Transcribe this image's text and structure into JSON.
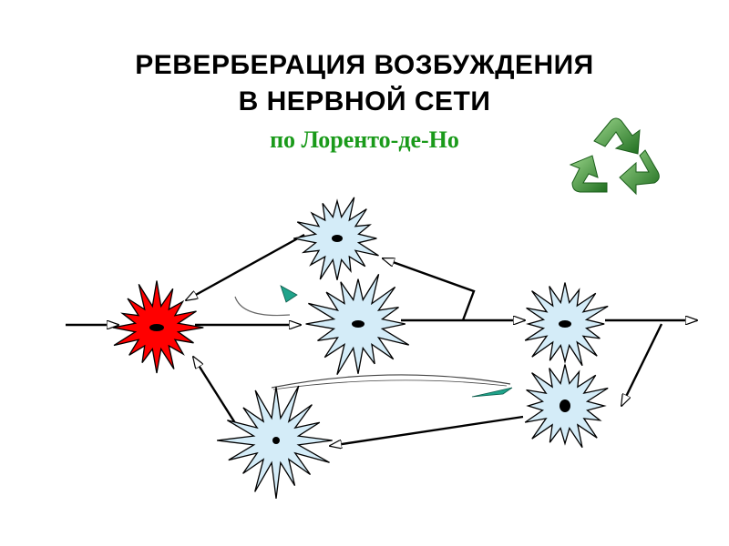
{
  "title": {
    "line1": "РЕВЕРБЕРАЦИЯ  ВОЗБУЖДЕНИЯ",
    "line2": "В НЕРВНОЙ СЕТИ",
    "subtitle": "по Лоренто-де-Но"
  },
  "colors": {
    "active_neuron": "#ff0000",
    "inactive_neuron": "#d4ecf8",
    "subtitle": "#1a9a1a",
    "recycle_green": "#2e8b2e",
    "curve_accent": "#1fa38a"
  },
  "icons": {
    "recycle": "recycle-icon"
  },
  "neurons": [
    {
      "id": "n-input",
      "state": "active"
    },
    {
      "id": "n-top",
      "state": "inactive"
    },
    {
      "id": "n-middle",
      "state": "inactive"
    },
    {
      "id": "n-right",
      "state": "inactive"
    },
    {
      "id": "n-lower-right",
      "state": "inactive"
    },
    {
      "id": "n-bottom-left",
      "state": "inactive"
    }
  ]
}
